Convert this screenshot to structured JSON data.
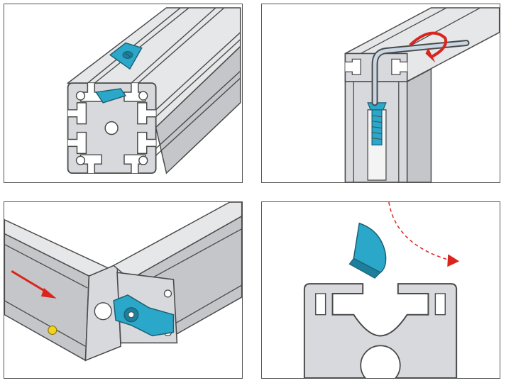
{
  "colors": {
    "profile_face": "#d7d9dc",
    "profile_side": "#c4c6c9",
    "profile_top": "#e6e7e9",
    "outline": "#4a4a4a",
    "connector": "#2aa7c9",
    "connector_dark": "#1c7f9c",
    "arrow_red": "#d9251d",
    "dot_yellow": "#f3d21b",
    "panel_border": "#555555",
    "background": "#ffffff"
  },
  "panels": [
    {
      "name": "t-nut-insertion",
      "icons": [
        "aluminum-profile-icon",
        "t-nut-icon"
      ]
    },
    {
      "name": "hex-key-tightening",
      "icons": [
        "aluminum-profile-frame-icon",
        "hex-key-icon",
        "rotation-arrow-icon",
        "screw-icon"
      ]
    },
    {
      "name": "profile-joining",
      "icons": [
        "aluminum-profile-icon",
        "push-arrow-icon",
        "connector-icon",
        "marker-dot-icon"
      ]
    },
    {
      "name": "slot-cover-rotation",
      "icons": [
        "profile-cross-section-icon",
        "slot-insert-icon",
        "rotation-arrow-icon"
      ]
    }
  ]
}
